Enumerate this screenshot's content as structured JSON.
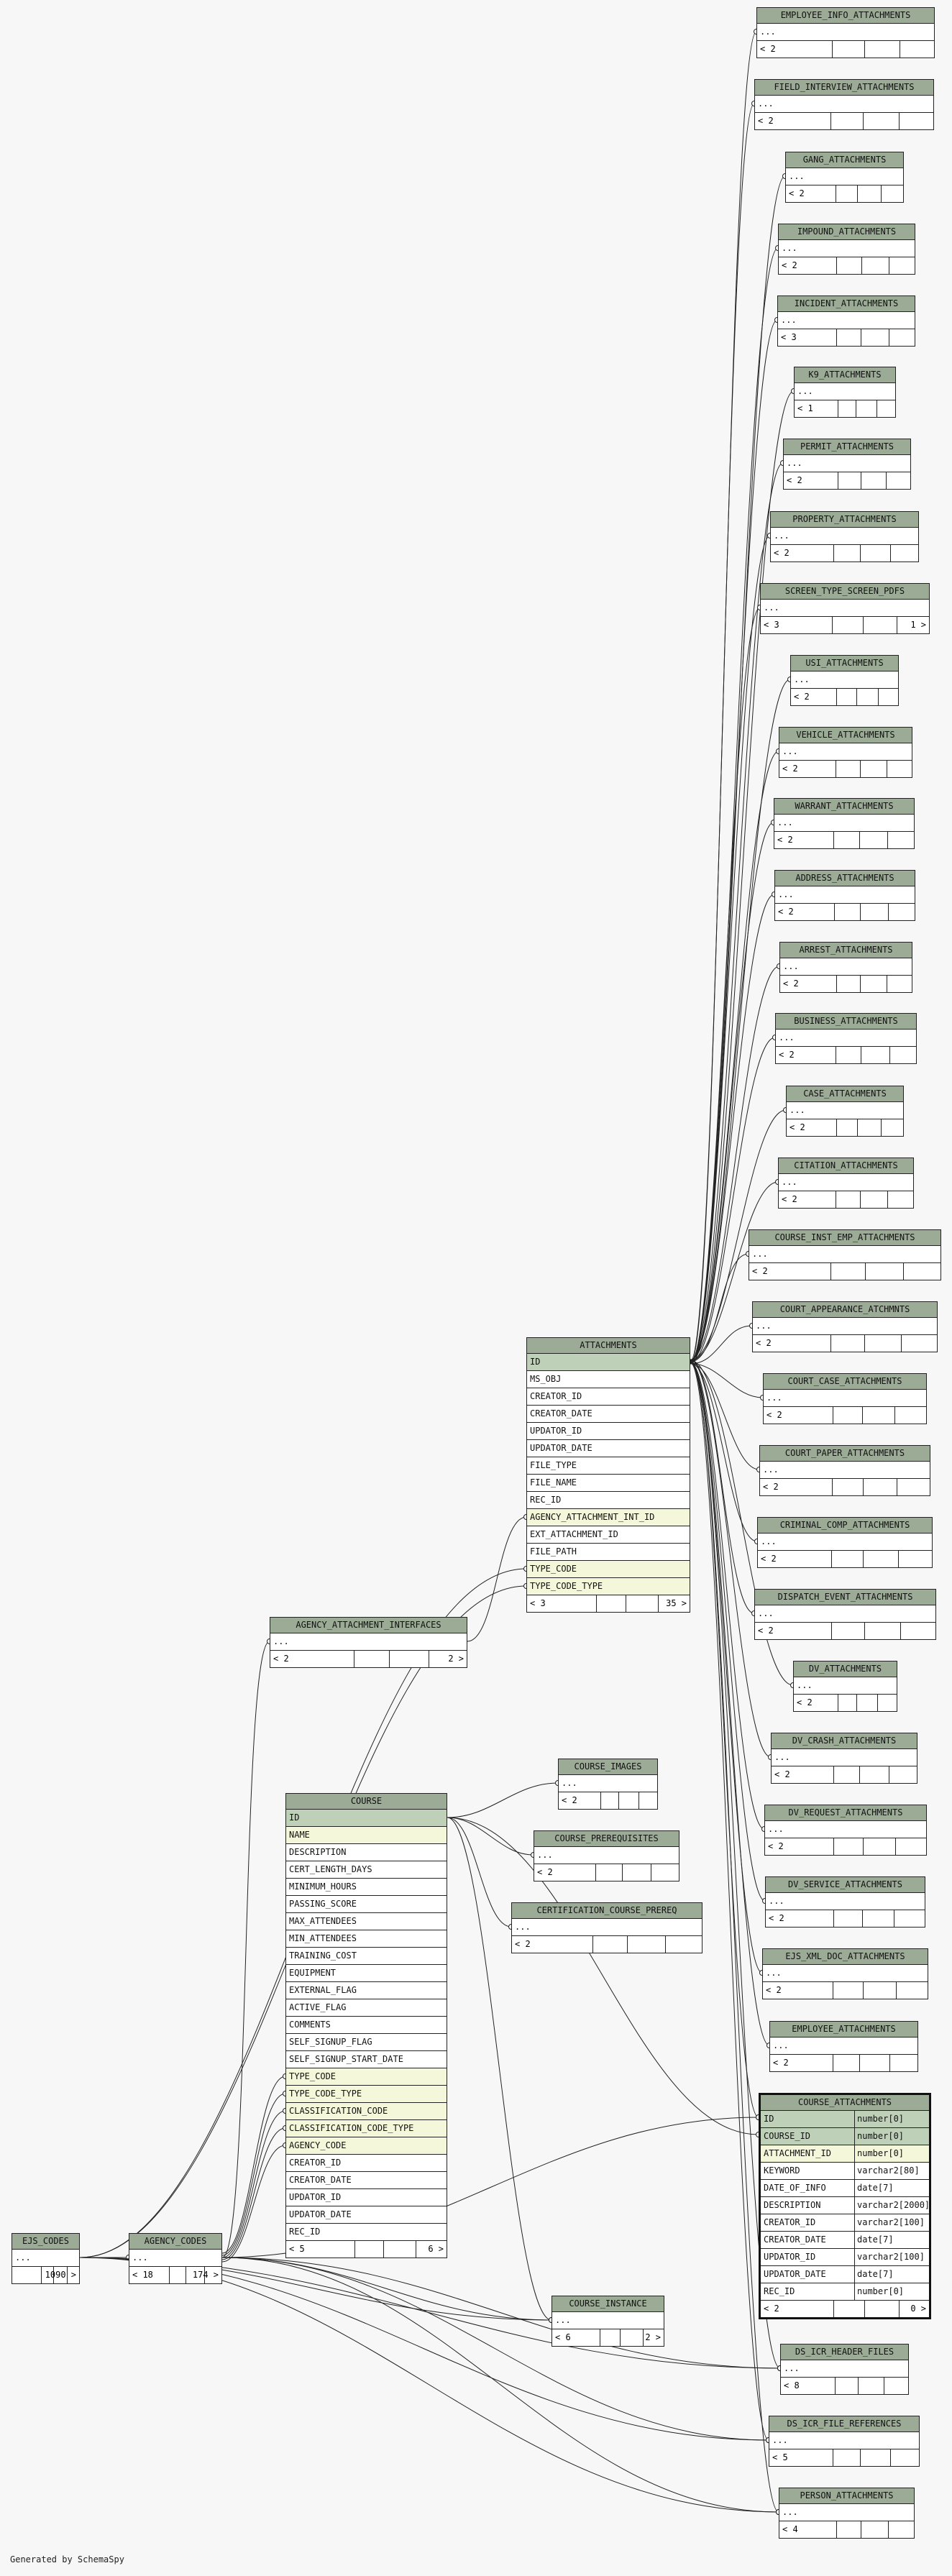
{
  "credit": "Generated by SchemaSpy",
  "tables": [
    {
      "id": "employee_info_attachments",
      "name": "EMPLOYEE_INFO_ATTACHMENTS",
      "rows": [
        {
          "t": "..."
        }
      ],
      "footL": "< 2",
      "footR": ""
    },
    {
      "id": "field_interview_attachments",
      "name": "FIELD_INTERVIEW_ATTACHMENTS",
      "rows": [
        {
          "t": "..."
        }
      ],
      "footL": "< 2",
      "footR": ""
    },
    {
      "id": "gang_attachments",
      "name": "GANG_ATTACHMENTS",
      "rows": [
        {
          "t": "..."
        }
      ],
      "footL": "< 2",
      "footR": ""
    },
    {
      "id": "impound_attachments",
      "name": "IMPOUND_ATTACHMENTS",
      "rows": [
        {
          "t": "..."
        }
      ],
      "footL": "< 2",
      "footR": ""
    },
    {
      "id": "incident_attachments",
      "name": "INCIDENT_ATTACHMENTS",
      "rows": [
        {
          "t": "..."
        }
      ],
      "footL": "< 3",
      "footR": ""
    },
    {
      "id": "k9_attachments",
      "name": "K9_ATTACHMENTS",
      "rows": [
        {
          "t": "..."
        }
      ],
      "footL": "< 1",
      "footR": ""
    },
    {
      "id": "permit_attachments",
      "name": "PERMIT_ATTACHMENTS",
      "rows": [
        {
          "t": "..."
        }
      ],
      "footL": "< 2",
      "footR": ""
    },
    {
      "id": "property_attachments",
      "name": "PROPERTY_ATTACHMENTS",
      "rows": [
        {
          "t": "..."
        }
      ],
      "footL": "< 2",
      "footR": ""
    },
    {
      "id": "screen_type_screen_pdfs",
      "name": "SCREEN_TYPE_SCREEN_PDFS",
      "rows": [
        {
          "t": "..."
        }
      ],
      "footL": "< 3",
      "footR": "1 >"
    },
    {
      "id": "usi_attachments",
      "name": "USI_ATTACHMENTS",
      "rows": [
        {
          "t": "..."
        }
      ],
      "footL": "< 2",
      "footR": ""
    },
    {
      "id": "vehicle_attachments",
      "name": "VEHICLE_ATTACHMENTS",
      "rows": [
        {
          "t": "..."
        }
      ],
      "footL": "< 2",
      "footR": ""
    },
    {
      "id": "warrant_attachments",
      "name": "WARRANT_ATTACHMENTS",
      "rows": [
        {
          "t": "..."
        }
      ],
      "footL": "< 2",
      "footR": ""
    },
    {
      "id": "address_attachments",
      "name": "ADDRESS_ATTACHMENTS",
      "rows": [
        {
          "t": "..."
        }
      ],
      "footL": "< 2",
      "footR": ""
    },
    {
      "id": "arrest_attachments",
      "name": "ARREST_ATTACHMENTS",
      "rows": [
        {
          "t": "..."
        }
      ],
      "footL": "< 2",
      "footR": ""
    },
    {
      "id": "business_attachments",
      "name": "BUSINESS_ATTACHMENTS",
      "rows": [
        {
          "t": "..."
        }
      ],
      "footL": "< 2",
      "footR": ""
    },
    {
      "id": "case_attachments",
      "name": "CASE_ATTACHMENTS",
      "rows": [
        {
          "t": "..."
        }
      ],
      "footL": "< 2",
      "footR": ""
    },
    {
      "id": "citation_attachments",
      "name": "CITATION_ATTACHMENTS",
      "rows": [
        {
          "t": "..."
        }
      ],
      "footL": "< 2",
      "footR": ""
    },
    {
      "id": "course_inst_emp_attachments",
      "name": "COURSE_INST_EMP_ATTACHMENTS",
      "rows": [
        {
          "t": "..."
        }
      ],
      "footL": "< 2",
      "footR": ""
    },
    {
      "id": "court_appearance_atchmnts",
      "name": "COURT_APPEARANCE_ATCHMNTS",
      "rows": [
        {
          "t": "..."
        }
      ],
      "footL": "< 2",
      "footR": ""
    },
    {
      "id": "court_case_attachments",
      "name": "COURT_CASE_ATTACHMENTS",
      "rows": [
        {
          "t": "..."
        }
      ],
      "footL": "< 2",
      "footR": ""
    },
    {
      "id": "court_paper_attachments",
      "name": "COURT_PAPER_ATTACHMENTS",
      "rows": [
        {
          "t": "..."
        }
      ],
      "footL": "< 2",
      "footR": ""
    },
    {
      "id": "criminal_comp_attachments",
      "name": "CRIMINAL_COMP_ATTACHMENTS",
      "rows": [
        {
          "t": "..."
        }
      ],
      "footL": "< 2",
      "footR": ""
    },
    {
      "id": "dispatch_event_attachments",
      "name": "DISPATCH_EVENT_ATTACHMENTS",
      "rows": [
        {
          "t": "..."
        }
      ],
      "footL": "< 2",
      "footR": ""
    },
    {
      "id": "dv_attachments",
      "name": "DV_ATTACHMENTS",
      "rows": [
        {
          "t": "..."
        }
      ],
      "footL": "< 2",
      "footR": ""
    },
    {
      "id": "dv_crash_attachments",
      "name": "DV_CRASH_ATTACHMENTS",
      "rows": [
        {
          "t": "..."
        }
      ],
      "footL": "< 2",
      "footR": ""
    },
    {
      "id": "dv_request_attachments",
      "name": "DV_REQUEST_ATTACHMENTS",
      "rows": [
        {
          "t": "..."
        }
      ],
      "footL": "< 2",
      "footR": ""
    },
    {
      "id": "dv_service_attachments",
      "name": "DV_SERVICE_ATTACHMENTS",
      "rows": [
        {
          "t": "..."
        }
      ],
      "footL": "< 2",
      "footR": ""
    },
    {
      "id": "ejs_xml_doc_attachments",
      "name": "EJS_XML_DOC_ATTACHMENTS",
      "rows": [
        {
          "t": "..."
        }
      ],
      "footL": "< 2",
      "footR": ""
    },
    {
      "id": "employee_attachments",
      "name": "EMPLOYEE_ATTACHMENTS",
      "rows": [
        {
          "t": "..."
        }
      ],
      "footL": "< 2",
      "footR": ""
    },
    {
      "id": "course_attachments",
      "name": "COURSE_ATTACHMENTS",
      "rows": [
        {
          "t": "ID",
          "type": "number[0]",
          "k": "pk"
        },
        {
          "t": "COURSE_ID",
          "type": "number[0]",
          "k": "pk"
        },
        {
          "t": "ATTACHMENT_ID",
          "type": "number[0]",
          "k": "fk"
        },
        {
          "t": "KEYWORD",
          "type": "varchar2[80]"
        },
        {
          "t": "DATE_OF_INFO",
          "type": "date[7]"
        },
        {
          "t": "DESCRIPTION",
          "type": "varchar2[2000]"
        },
        {
          "t": "CREATOR_ID",
          "type": "varchar2[100]"
        },
        {
          "t": "CREATOR_DATE",
          "type": "date[7]"
        },
        {
          "t": "UPDATOR_ID",
          "type": "varchar2[100]"
        },
        {
          "t": "UPDATOR_DATE",
          "type": "date[7]"
        },
        {
          "t": "REC_ID",
          "type": "number[0]"
        }
      ],
      "footL": "< 2",
      "footR": "0 >"
    },
    {
      "id": "ds_icr_header_files",
      "name": "DS_ICR_HEADER_FILES",
      "rows": [
        {
          "t": "..."
        }
      ],
      "footL": "< 8",
      "footR": ""
    },
    {
      "id": "ds_icr_file_references",
      "name": "DS_ICR_FILE_REFERENCES",
      "rows": [
        {
          "t": "..."
        }
      ],
      "footL": "< 5",
      "footR": ""
    },
    {
      "id": "person_attachments",
      "name": "PERSON_ATTACHMENTS",
      "rows": [
        {
          "t": "..."
        }
      ],
      "footL": "< 4",
      "footR": ""
    },
    {
      "id": "attachments",
      "name": "ATTACHMENTS",
      "rows": [
        {
          "t": "ID",
          "k": "pk"
        },
        {
          "t": "MS_OBJ"
        },
        {
          "t": "CREATOR_ID"
        },
        {
          "t": "CREATOR_DATE"
        },
        {
          "t": "UPDATOR_ID"
        },
        {
          "t": "UPDATOR_DATE"
        },
        {
          "t": "FILE_TYPE"
        },
        {
          "t": "FILE_NAME"
        },
        {
          "t": "REC_ID"
        },
        {
          "t": "AGENCY_ATTACHMENT_INT_ID",
          "k": "fk"
        },
        {
          "t": "EXT_ATTACHMENT_ID"
        },
        {
          "t": "FILE_PATH"
        },
        {
          "t": "TYPE_CODE",
          "k": "fk"
        },
        {
          "t": "TYPE_CODE_TYPE",
          "k": "fk"
        }
      ],
      "footL": "< 3",
      "footR": "35 >"
    },
    {
      "id": "agency_attachment_interfaces",
      "name": "AGENCY_ATTACHMENT_INTERFACES",
      "rows": [
        {
          "t": "..."
        }
      ],
      "footL": "< 2",
      "footR": "2 >"
    },
    {
      "id": "course_images",
      "name": "COURSE_IMAGES",
      "rows": [
        {
          "t": "..."
        }
      ],
      "footL": "< 2",
      "footR": ""
    },
    {
      "id": "course_prerequisites",
      "name": "COURSE_PREREQUISITES",
      "rows": [
        {
          "t": "..."
        }
      ],
      "footL": "< 2",
      "footR": ""
    },
    {
      "id": "certification_course_prereq",
      "name": "CERTIFICATION_COURSE_PREREQ",
      "rows": [
        {
          "t": "..."
        }
      ],
      "footL": "< 2",
      "footR": ""
    },
    {
      "id": "course",
      "name": "COURSE",
      "rows": [
        {
          "t": "ID",
          "k": "pk"
        },
        {
          "t": "NAME",
          "k": "fk"
        },
        {
          "t": "DESCRIPTION"
        },
        {
          "t": "CERT_LENGTH_DAYS"
        },
        {
          "t": "MINIMUM_HOURS"
        },
        {
          "t": "PASSING_SCORE"
        },
        {
          "t": "MAX_ATTENDEES"
        },
        {
          "t": "MIN_ATTENDEES"
        },
        {
          "t": "TRAINING_COST"
        },
        {
          "t": "EQUIPMENT"
        },
        {
          "t": "EXTERNAL_FLAG"
        },
        {
          "t": "ACTIVE_FLAG"
        },
        {
          "t": "COMMENTS"
        },
        {
          "t": "SELF_SIGNUP_FLAG"
        },
        {
          "t": "SELF_SIGNUP_START_DATE"
        },
        {
          "t": "TYPE_CODE",
          "k": "fk"
        },
        {
          "t": "TYPE_CODE_TYPE",
          "k": "fk"
        },
        {
          "t": "CLASSIFICATION_CODE",
          "k": "fk"
        },
        {
          "t": "CLASSIFICATION_CODE_TYPE",
          "k": "fk"
        },
        {
          "t": "AGENCY_CODE",
          "k": "fk"
        },
        {
          "t": "CREATOR_ID"
        },
        {
          "t": "CREATOR_DATE"
        },
        {
          "t": "UPDATOR_ID"
        },
        {
          "t": "UPDATOR_DATE"
        },
        {
          "t": "REC_ID"
        }
      ],
      "footL": "< 5",
      "footR": "6 >"
    },
    {
      "id": "course_instance",
      "name": "COURSE_INSTANCE",
      "rows": [
        {
          "t": "..."
        }
      ],
      "footL": "< 6",
      "footR": "2 >"
    },
    {
      "id": "ejs_codes",
      "name": "EJS_CODES",
      "rows": [
        {
          "t": "..."
        }
      ],
      "footL": "",
      "footR": "1090 >"
    },
    {
      "id": "agency_codes",
      "name": "AGENCY_CODES",
      "rows": [
        {
          "t": "..."
        }
      ],
      "footL": "< 18",
      "footR": "174 >"
    }
  ]
}
